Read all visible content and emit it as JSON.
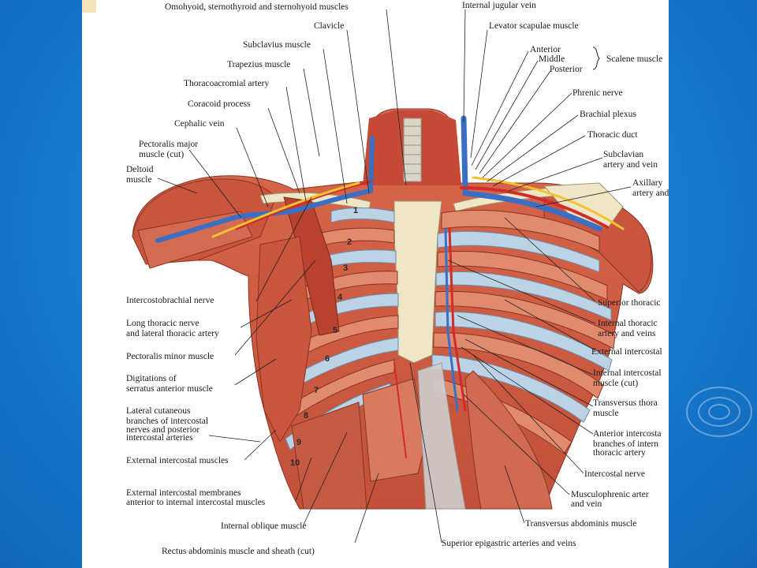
{
  "labels": {
    "omohyoid": "Omohyoid, sternothyroid and sternohyoid muscles",
    "clavicle": "Clavicle",
    "subclavius": "Subclavius muscle",
    "trapezius": "Trapezius muscle",
    "thoracoacromial": "Thoracoacromial artery",
    "coracoid": "Coracoid process",
    "cephalic": "Cephalic vein",
    "pec_major_1": "Pectoralis major",
    "pec_major_2": "muscle (",
    "pec_major_cut": "cut",
    "pec_major_3": ")",
    "deltoid_1": "Deltoid",
    "deltoid_2": "muscle",
    "internal_jugular": "Internal jugular vein",
    "levator": "Levator scapulae muscle",
    "anterior": "Anterior",
    "middle": "Middle",
    "posterior": "Posterior",
    "scalene": "Scalene muscle",
    "phrenic": "Phrenic nerve",
    "brachial": "Brachial plexus",
    "thoracic_duct": "Thoracic duct",
    "subclavian_1": "Subclavian",
    "subclavian_2": "artery and vein",
    "axillary_1": "Axillary",
    "axillary_2": "artery and",
    "intercostobrachial": "Intercostobrachial nerve",
    "long_thoracic_1": "Long thoracic nerve",
    "long_thoracic_2": "and lateral thoracic artery",
    "pec_minor": "Pectoralis minor muscle",
    "serratus_1": "Digitations of",
    "serratus_2": "serratus anterior muscle",
    "lat_cut_1": "Lateral cutaneous",
    "lat_cut_2": "branches of intercostal",
    "lat_cut_3": "nerves and posterior",
    "lat_cut_4": "intercostal arteries",
    "ext_intercostal_muscles": "External intercostal muscles",
    "ext_membranes_1": "External intercostal membranes",
    "ext_membranes_2": "anterior to internal intercostal muscles",
    "internal_oblique": "Internal oblique muscle",
    "rectus_1": "Rectus abdominis muscle and sheath (",
    "rectus_cut": "cut",
    "rectus_2": ")",
    "superior_thoracic": "Superior thoracic",
    "internal_thoracic_1": "Internal thoracic",
    "internal_thoracic_2": "artery and veins",
    "external_intercostal_r": "External intercostal",
    "internal_intercostal_1": "Internal intercostal",
    "internal_intercostal_2": "muscle (",
    "internal_intercostal_cut": "cut",
    "internal_intercostal_3": ")",
    "transversus_thor_1": "Transversus thora",
    "transversus_thor_2": "muscle",
    "ant_intercostal_1": "Anterior intercosta",
    "ant_intercostal_2": "branches of intern",
    "ant_intercostal_3": "thoracic artery",
    "intercostal_nerve": "Intercostal nerve",
    "musculophrenic_1": "Musculophrenic arter",
    "musculophrenic_2": "and vein",
    "transversus_abd": "Transversus abdominis muscle",
    "sup_epigastric": "Superior epigastric arteries and veins"
  },
  "rib_numbers": [
    "1",
    "2",
    "3",
    "4",
    "5",
    "6",
    "7",
    "8",
    "9",
    "10"
  ],
  "colors": {
    "slide_background": "#1e7fd0",
    "muscle": "#c9553f",
    "muscle_light": "#e08a6e",
    "bone": "#efe6c8",
    "cartilage": "#bcd3e6",
    "vein": "#3a6fc4",
    "artery": "#d22b2b",
    "nerve": "#f2c230"
  }
}
